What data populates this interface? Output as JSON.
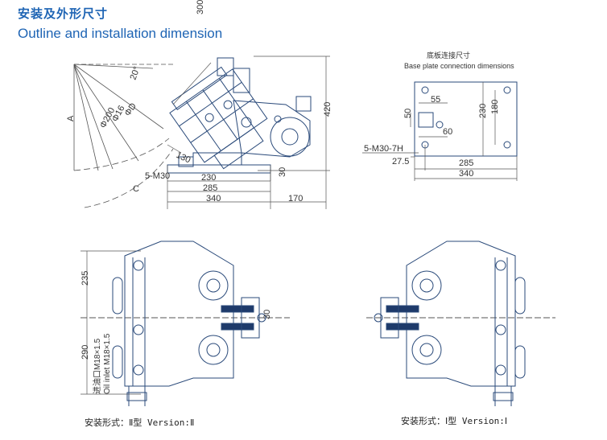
{
  "header": {
    "title_cn": "安装及外形尺寸",
    "title_en": "Outline and installation dimension"
  },
  "side_view": {
    "dims": {
      "d300": "300",
      "d420": "420",
      "d130": "130",
      "d230": "230",
      "d285": "285",
      "d340": "340",
      "d170": "170",
      "d30": "30",
      "bolt": "5-M30",
      "angle": "20°",
      "a": "A",
      "c": "C",
      "dia_d": "ΦD",
      "dia_200": "Φ200",
      "dia_16": "Φ16"
    }
  },
  "base_plate": {
    "title_cn": "底板连接尺寸",
    "title_en": "Base plate connection dimensions",
    "dims": {
      "d55": "55",
      "d50": "50",
      "d60": "60",
      "d230": "230",
      "d180": "180",
      "bolt": "5-M30-7H",
      "d27_5": "27.5",
      "d285": "285",
      "d340": "340"
    }
  },
  "version2": {
    "dims": {
      "d235": "235",
      "d290": "290",
      "d30": "30"
    },
    "inlet_cn": "进油口M18×1.5",
    "inlet_en": "Oil inlet M18×1.5",
    "caption": "安装形式：Ⅱ型  Version:Ⅱ"
  },
  "version1": {
    "caption": "安装形式：Ⅰ型  Version:Ⅰ"
  },
  "colors": {
    "accent": "#1e64b4",
    "line": "#2a4a7a",
    "dim": "#555555"
  }
}
